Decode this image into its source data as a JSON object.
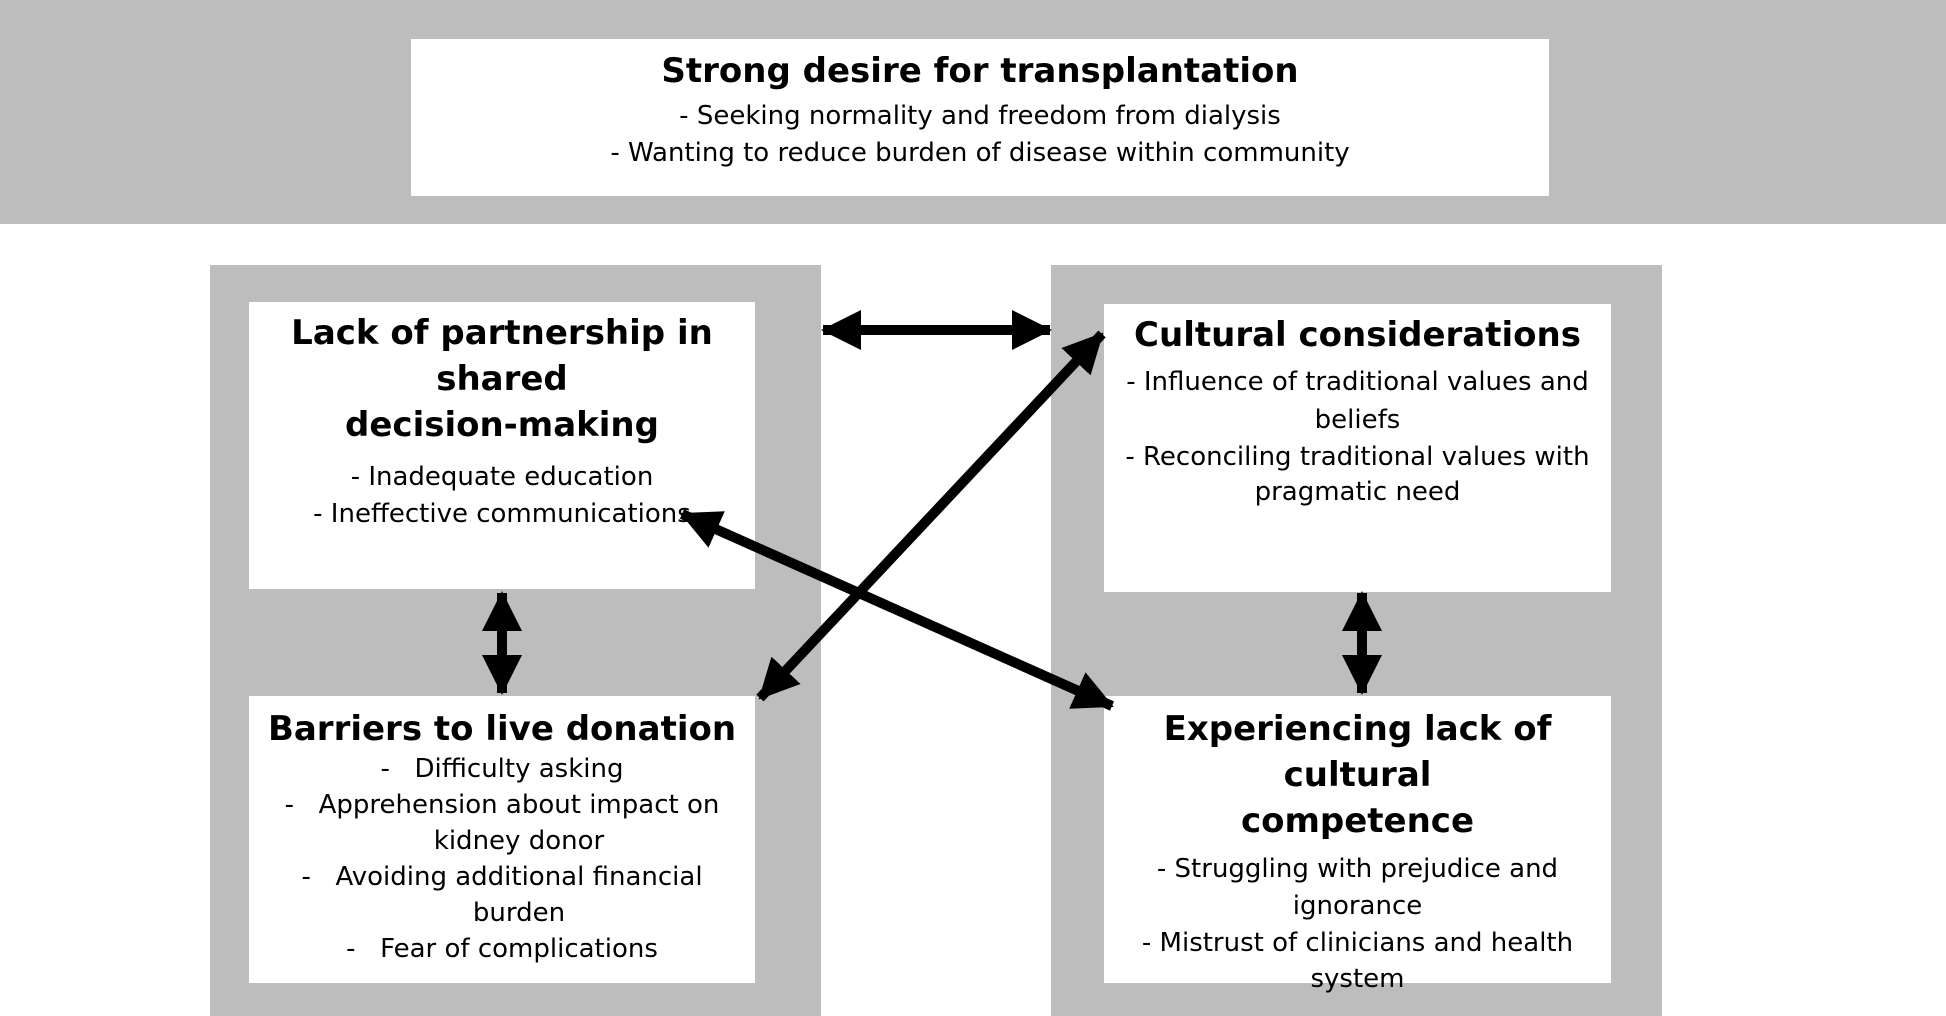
{
  "top": {
    "title": "Strong desire for transplantation",
    "items": [
      "- Seeking normality and freedom from dialysis",
      "- Wanting to reduce burden of disease within community"
    ]
  },
  "partnership": {
    "title_line1": "Lack of partnership in shared",
    "title_line2": "decision-making",
    "items": [
      "- Inadequate education",
      "- Ineffective communications"
    ]
  },
  "cultural": {
    "title": "Cultural considerations",
    "items": [
      "- Influence of traditional values and",
      "beliefs",
      "- Reconciling traditional values with",
      "pragmatic need"
    ]
  },
  "barriers": {
    "title": "Barriers to live donation",
    "dash": "-",
    "items": [
      [
        "Difficulty asking"
      ],
      [
        "Apprehension about impact on",
        "kidney donor"
      ],
      [
        "Avoiding additional financial",
        "burden"
      ],
      [
        "Fear of complications"
      ]
    ]
  },
  "competence": {
    "title_line1": "Experiencing lack of cultural",
    "title_line2": "competence",
    "items": [
      "- Struggling with prejudice and",
      "ignorance",
      "- Mistrust of clinicians and health",
      "system"
    ]
  },
  "colors": {
    "band": "#bdbdbd",
    "box": "#ffffff",
    "arrow": "#000000"
  }
}
